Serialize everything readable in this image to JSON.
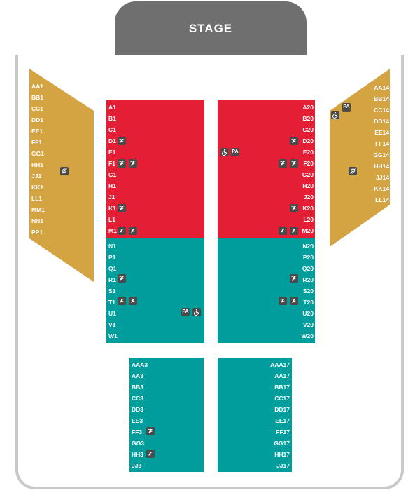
{
  "stage_label": "STAGE",
  "icon_text": {
    "pa": "PA"
  },
  "colors": {
    "red": "#e41e34",
    "teal": "#009d9d",
    "gold": "#d4a342",
    "stage": "#6f6f6f",
    "icon": "#4a4a4a"
  },
  "left_wing_rows": [
    "AA1",
    "BB1",
    "CC1",
    "DD1",
    "EE1",
    "FF1",
    "GG1",
    "HH1",
    "JJ1",
    "KK1",
    "LL1",
    "MM1",
    "NN1",
    "PP1"
  ],
  "right_wing_rows": [
    "AA14",
    "BB14",
    "CC14",
    "DD14",
    "EE14",
    "FF14",
    "GG14",
    "HH14",
    "JJ14",
    "KK14",
    "LL14"
  ],
  "left_red_rows": [
    "A1",
    "B1",
    "C1",
    "D1",
    "E1",
    "F1",
    "G1",
    "H1",
    "J1",
    "K1",
    "L1",
    "M1"
  ],
  "right_red_rows": [
    "A20",
    "B20",
    "C20",
    "D20",
    "E20",
    "F20",
    "G20",
    "H20",
    "J20",
    "K20",
    "L20",
    "M20"
  ],
  "left_teal_rows": [
    "N1",
    "P1",
    "Q1",
    "R1",
    "S1",
    "T1",
    "U1",
    "V1",
    "W1"
  ],
  "right_teal_rows": [
    "N20",
    "P20",
    "Q20",
    "R20",
    "S20",
    "T20",
    "U20",
    "V20",
    "W20"
  ],
  "left_rear_rows": [
    "AAA3",
    "AA3",
    "BB3",
    "CC3",
    "DD3",
    "EE3",
    "FF3",
    "GG3",
    "HH3",
    "JJ3"
  ],
  "right_rear_rows": [
    "AAA17",
    "AA17",
    "BB17",
    "CC17",
    "DD17",
    "EE17",
    "FF17",
    "GG17",
    "HH17",
    "JJ17"
  ]
}
